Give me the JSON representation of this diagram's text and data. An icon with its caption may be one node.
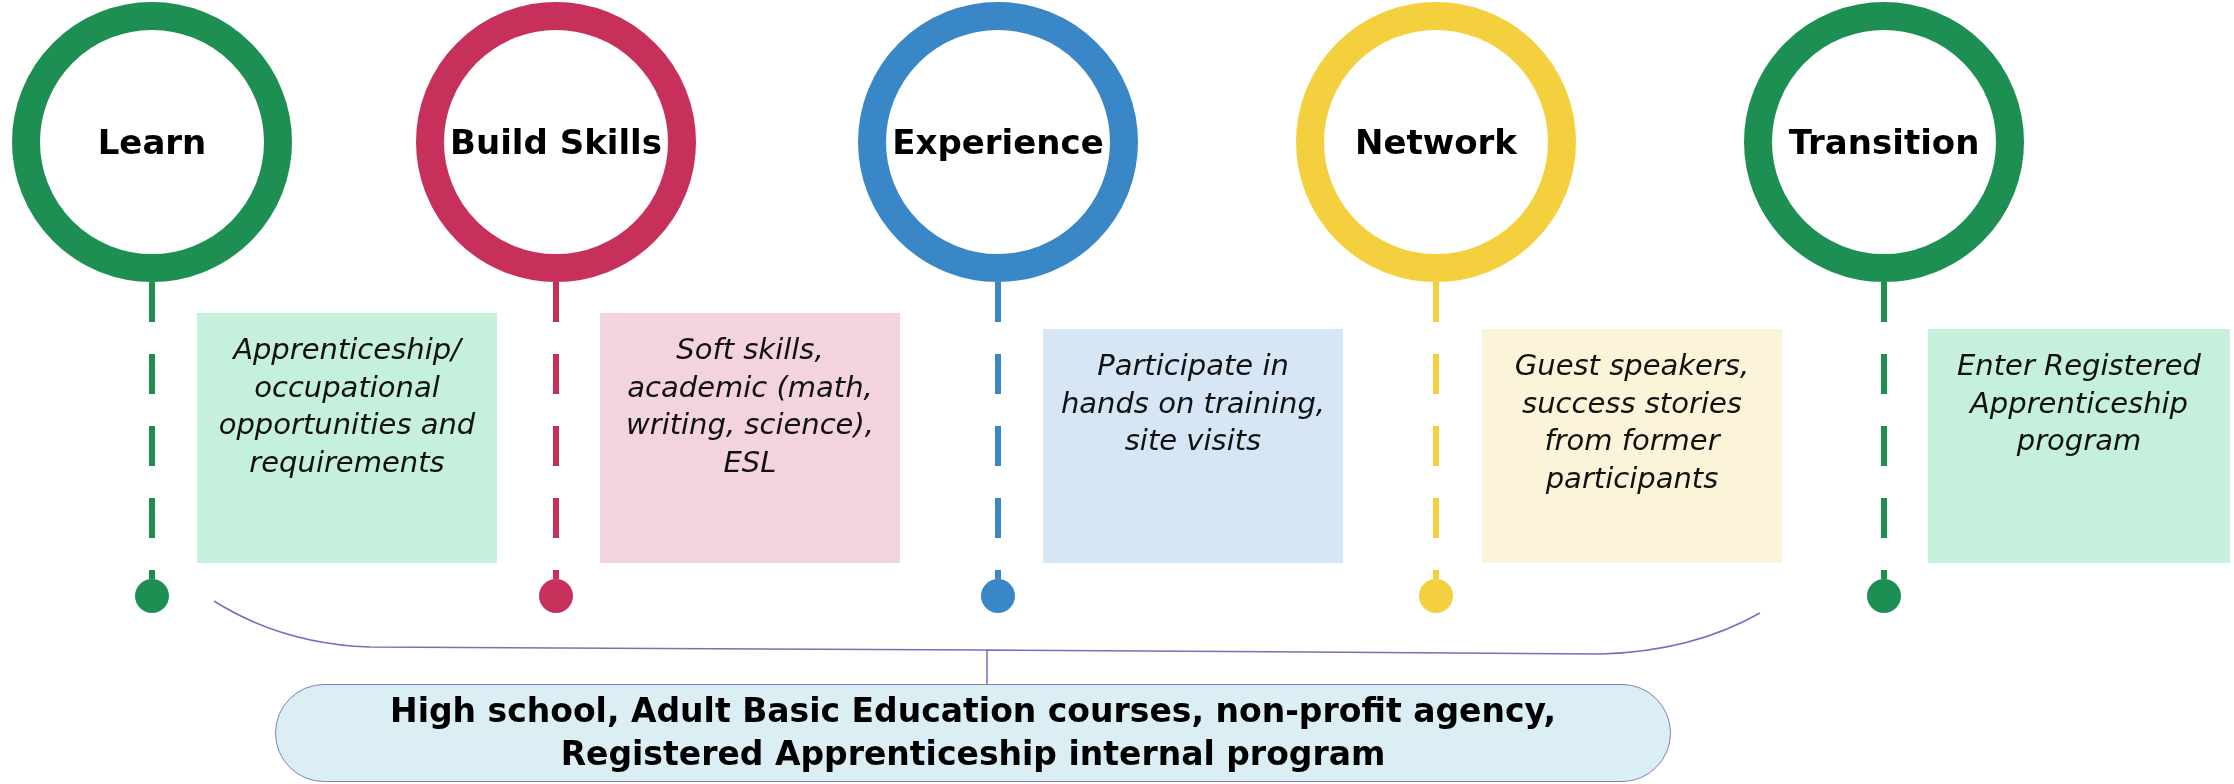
{
  "diagram": {
    "nodes": [
      {
        "text": [
          "Learn"
        ]
      },
      {
        "text": [
          "Build Skills"
        ]
      },
      {
        "text": [
          "Experience"
        ]
      },
      {
        "text": [
          "Network"
        ]
      },
      {
        "text": [
          "Transition"
        ]
      },
      {
        "text": [
          "Apprenticeship/ occupational opportunities and requirements"
        ]
      },
      {
        "text": [
          "Soft skills, academic (math, writing, science), ESL"
        ]
      },
      {
        "text": [
          "Participate in hands on training, site visits"
        ]
      },
      {
        "text": [
          "Guest speakers, success stories from former participants"
        ]
      },
      {
        "text": [
          "Enter Registered Apprenticeship program"
        ]
      },
      {
        "text": [],
        "shape": "circle"
      },
      {
        "text": [],
        "shape": "circle"
      },
      {
        "text": [],
        "shape": "circle"
      },
      {
        "text": [],
        "shape": "circle"
      },
      {
        "text": [],
        "shape": "circle"
      },
      {
        "text": [
          "High school, Adult Basic Education courses, non-profit agency, Registered Apprenticeship internal program"
        ]
      }
    ],
    "edges": [
      {
        "from": 0,
        "to": 10,
        "arrow": "none",
        "style": "dashed",
        "color": "#1e8f52"
      },
      {
        "from": 1,
        "to": 11,
        "arrow": "none",
        "style": "dashed",
        "color": "#c7305a"
      },
      {
        "from": 2,
        "to": 12,
        "arrow": "none",
        "style": "dashed",
        "color": "#3a87c8"
      },
      {
        "from": 3,
        "to": 13,
        "arrow": "none",
        "style": "dashed",
        "color": "#f4cf3e"
      },
      {
        "from": 4,
        "to": 14,
        "arrow": "none",
        "style": "dashed",
        "color": "#1e8f52"
      }
    ]
  }
}
